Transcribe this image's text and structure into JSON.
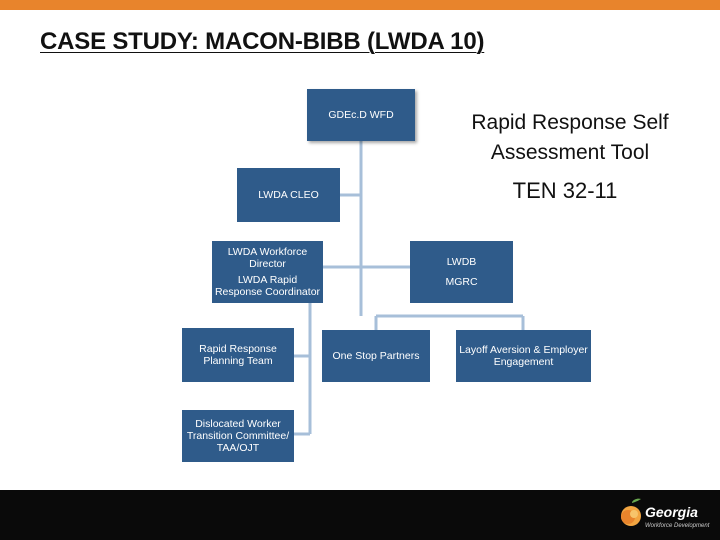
{
  "title": "CASE STUDY: MACON-BIBB (LWDA 10)",
  "side_text": {
    "tool_line1": "Rapid Response Self",
    "tool_line2": "Assessment Tool",
    "ten": "TEN 32-11"
  },
  "boxes": {
    "gdecd": "GDEc.D WFD",
    "cleo": "LWDA CLEO",
    "director_line1": "LWDA Workforce",
    "director_line2": "Director",
    "coordinator_line1": "LWDA Rapid",
    "coordinator_line2": "Response Coordinator",
    "lwdb": "LWDB",
    "mgrc": "MGRC",
    "planning_line1": "Rapid Response",
    "planning_line2": "Planning Team",
    "dislocated_line1": "Dislocated Worker",
    "dislocated_line2": "Transition Committee/",
    "dislocated_line3": "TAA/OJT",
    "onestop": "One Stop Partners",
    "layoff_line1": "Layoff Aversion & Employer",
    "layoff_line2": "Engagement"
  },
  "logo": {
    "name": "Georgia",
    "tagline": "Workforce Development"
  },
  "colors": {
    "box": "#2f5b8a",
    "connector": "#a7bfd9",
    "accent": "#e8842c",
    "footer": "#0a0a0a"
  }
}
